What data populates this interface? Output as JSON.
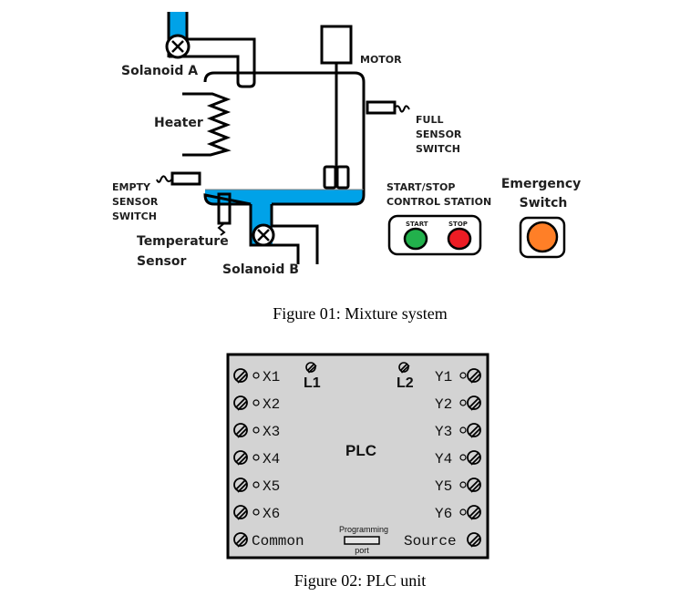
{
  "figure1": {
    "caption": "Figure 01: Mixture system",
    "labels": {
      "solenoid_a": "Solanoid  A",
      "solenoid_b": "Solanoid  B",
      "motor": "MOTOR",
      "heater": "Heater",
      "full_sensor": [
        "FULL",
        "SENSOR",
        "SWITCH"
      ],
      "empty_sensor": [
        "EMPTY",
        "SENSOR",
        "SWITCH"
      ],
      "temperature_sensor": [
        "Temperature",
        "Sensor"
      ],
      "control_station": [
        "START/STOP",
        "CONTROL STATION"
      ],
      "start": "START",
      "stop": "STOP",
      "emergency": [
        "Emergency",
        "Switch"
      ]
    },
    "colors": {
      "liquid": "#00a2e8",
      "start_button": "#22b14c",
      "stop_button": "#ed1c24",
      "emergency_button": "#ff7f27"
    }
  },
  "figure2": {
    "caption": "Figure 02: PLC unit",
    "title": "PLC",
    "power_terminals": [
      "L1",
      "L2"
    ],
    "inputs": [
      "X1",
      "X2",
      "X3",
      "X4",
      "X5",
      "X6"
    ],
    "outputs": [
      "Y1",
      "Y2",
      "Y3",
      "Y4",
      "Y5",
      "Y6"
    ],
    "common_label": "Common",
    "source_label": "Source",
    "port_label_top": "Programming",
    "port_label_bottom": "port",
    "colors": {
      "panel": "#d3d3d3"
    }
  }
}
